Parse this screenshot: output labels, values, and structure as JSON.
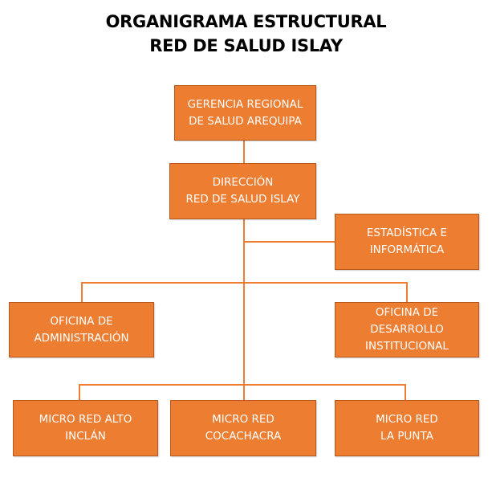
{
  "title": {
    "line1": "ORGANIGRAMA ESTRUCTURAL",
    "line2": "RED DE SALUD ISLAY"
  },
  "colors": {
    "box_fill": "#ED7D31",
    "box_border": "#B85A1E",
    "connector": "#ED7D31",
    "box_text": "#FFFFFF",
    "title_text": "#000000"
  },
  "nodes": {
    "gerencia": {
      "lines": [
        "GERENCIA REGIONAL",
        "DE SALUD AREQUIPA"
      ]
    },
    "direccion": {
      "lines": [
        "DIRECCIÓN",
        "RED DE SALUD ISLAY"
      ]
    },
    "estadistica": {
      "lines": [
        "ESTADÍSTICA E",
        "INFORMÁTICA"
      ]
    },
    "administracion": {
      "lines": [
        "OFICINA DE",
        "ADMINISTRACIÓN"
      ]
    },
    "desarrollo": {
      "lines": [
        "OFICINA DE",
        "DESARROLLO",
        "INSTITUCIONAL"
      ]
    },
    "micro_alto_inclan": {
      "lines": [
        "MICRO RED ALTO",
        "INCLÁN"
      ]
    },
    "micro_cocachacra": {
      "lines": [
        "MICRO RED",
        "COCACHACRA"
      ]
    },
    "micro_la_punta": {
      "lines": [
        "MICRO RED",
        "LA PUNTA"
      ]
    }
  },
  "hierarchy": [
    {
      "parent": "gerencia",
      "child": "direccion"
    },
    {
      "parent": "direccion",
      "child": "estadistica"
    },
    {
      "parent": "direccion",
      "child": "administracion"
    },
    {
      "parent": "direccion",
      "child": "desarrollo"
    },
    {
      "parent": "direccion",
      "child": "micro_alto_inclan"
    },
    {
      "parent": "direccion",
      "child": "micro_cocachacra"
    },
    {
      "parent": "direccion",
      "child": "micro_la_punta"
    }
  ]
}
